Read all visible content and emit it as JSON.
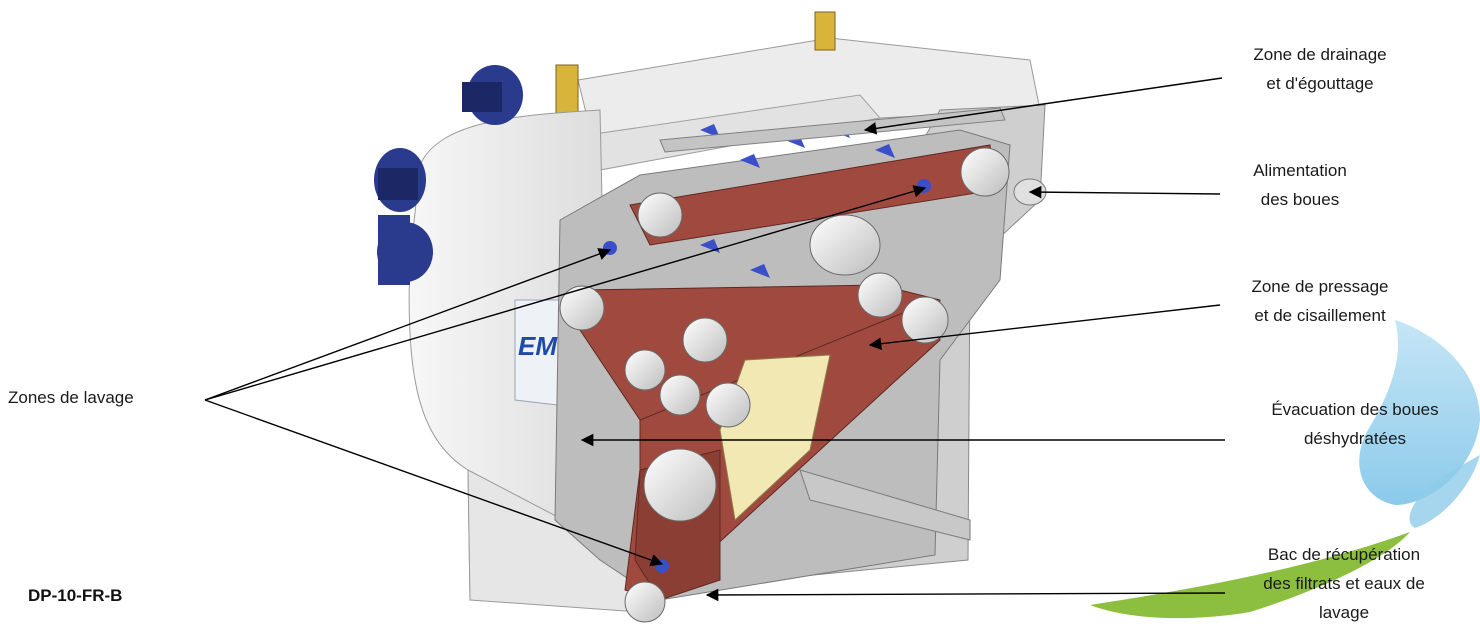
{
  "labels": {
    "drainage": [
      "Zone de drainage",
      "et d'égouttage"
    ],
    "feed": [
      "Alimentation",
      "des boues"
    ],
    "press": [
      "Zone de pressage",
      "et de cisaillement"
    ],
    "evac": [
      "Évacuation des boues",
      "déshydratées"
    ],
    "tank": [
      "Bac de récupération",
      "des filtrats et eaux de",
      "lavage"
    ],
    "wash": "Zones de lavage"
  },
  "machine_logo": "EM",
  "doc_ref": "DP-10-FR-B",
  "colors": {
    "belt": "#a04a3f",
    "frame": "#d4d4d4",
    "motor": "#2a3a8c",
    "tray": "#f2e8b4",
    "drop_light": "#7fc4e8",
    "drop_green": "#8cbf3f",
    "logo": "#1f4aa8"
  }
}
